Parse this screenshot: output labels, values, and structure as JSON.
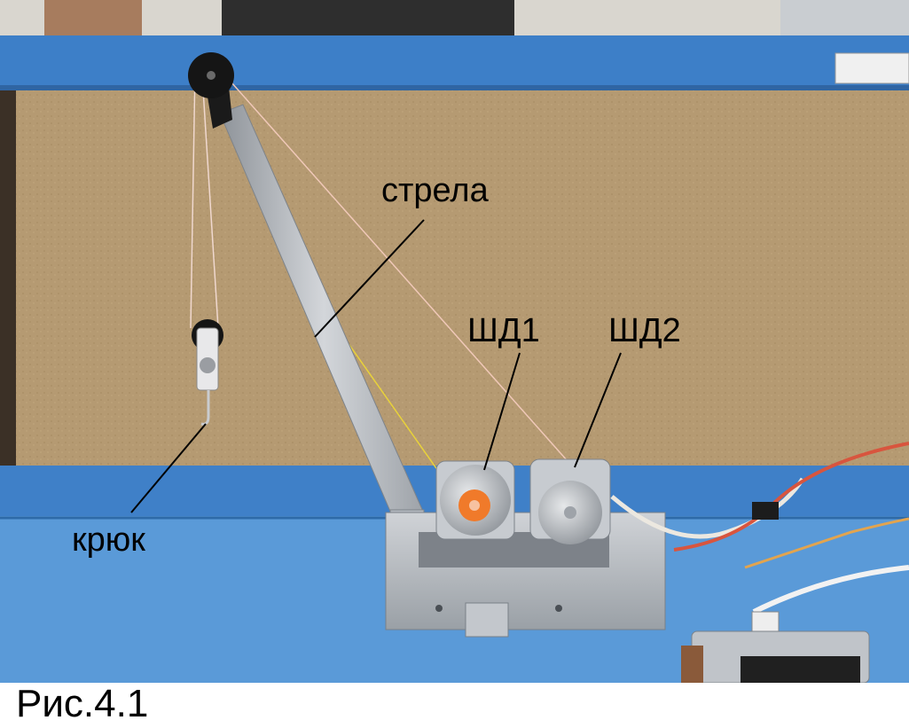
{
  "figure": {
    "caption": "Рис.4.1"
  },
  "labels": {
    "boom": "стрела",
    "stepper_motor_1": "ШД1",
    "stepper_motor_2": "ШД2",
    "hook": "крюк"
  },
  "colors": {
    "wall_panel": "#b59a72",
    "shelf_blue": "#3d7fc8",
    "table_blue": "#5a9ad8",
    "aluminum": "#b8bcc2",
    "pulley_black": "#151515",
    "orange_hub": "#f07a2a"
  }
}
